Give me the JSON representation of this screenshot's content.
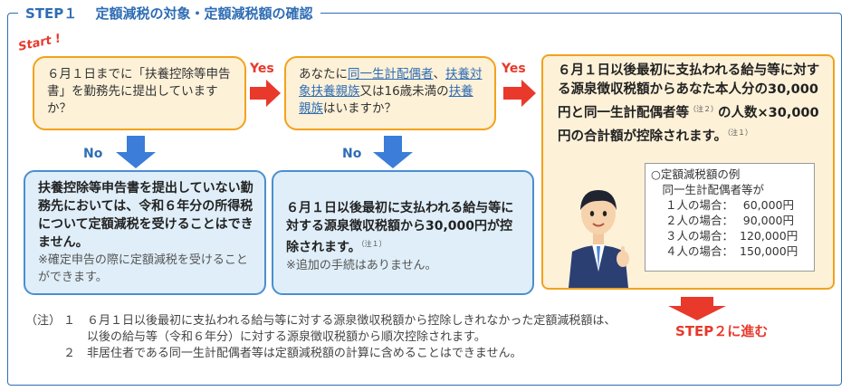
{
  "header": {
    "title": "STEP１　 定額減税の対象・定額減税額の確認"
  },
  "start_label": "Start !",
  "question1": {
    "text": "６月１日までに「扶養控除等申告書」を勤務先に提出していますか？"
  },
  "question2": {
    "text_pre": "あなたに",
    "link1": "同一生計配偶者",
    "text_mid": "、",
    "link2": "扶養対象扶養親族",
    "text_mid2": "又は16歳未満の",
    "link3": "扶養親族",
    "text_post": "はいますか？"
  },
  "branch_labels": {
    "yes1": "Yes",
    "yes2": "Yes",
    "no1": "No",
    "no2": "No"
  },
  "result_yes": {
    "text_main": "６月１日以後最初に支払われる給与等に対する源泉徴収税額からあなた本人分の30,000円と同一生計配偶者等",
    "note_ref1": "（注２）",
    "text_main2": "の人数×30,000円の合計額が控除されます。",
    "note_ref2": "（注１）"
  },
  "example": {
    "title": "○定額減税額の例",
    "subtitle": "　同一生計配偶者等が",
    "rows": [
      {
        "label": "１人の場合：",
        "amount": "60,000円"
      },
      {
        "label": "２人の場合：",
        "amount": "90,000円"
      },
      {
        "label": "３人の場合：",
        "amount": "120,000円"
      },
      {
        "label": "４人の場合：",
        "amount": "150,000円"
      }
    ]
  },
  "result_no1": {
    "text": "扶養控除等申告書を提出していない勤務先においては、令和６年分の所得税について定額減税を受けることはできません。",
    "note": "※確定申告の際に定額減税を受けることができます。"
  },
  "result_no2": {
    "text": "６月１日以後最初に支払われる給与等に対する源泉徴収税額から30,000円が控除されます。",
    "note_ref": "（注１）",
    "note": "※追加の手続はありません。"
  },
  "footnotes": [
    {
      "prefix": "（注）",
      "num": "１",
      "text": "６月１日以後最初に支払われる給与等に対する源泉徴収税額から控除しきれなかった定額減税額は、以後の給与等（令和６年分）に対する源泉徴収税額から順次控除されます。"
    },
    {
      "prefix": "",
      "num": "２",
      "text": "非居住者である同一生計配偶者等は定額減税額の計算に含めることはできません。"
    }
  ],
  "next_step": "STEP２に進む",
  "colors": {
    "accent_blue": "#2f6db5",
    "accent_red": "#e8392b",
    "orange_border": "#f2a21d",
    "cream_fill": "#fdf1d8",
    "light_blue_fill": "#dfeef8"
  },
  "icons": [
    "arrow-right-red-icon",
    "arrow-down-blue-icon",
    "arrow-down-red-icon",
    "businessman-illustration"
  ]
}
